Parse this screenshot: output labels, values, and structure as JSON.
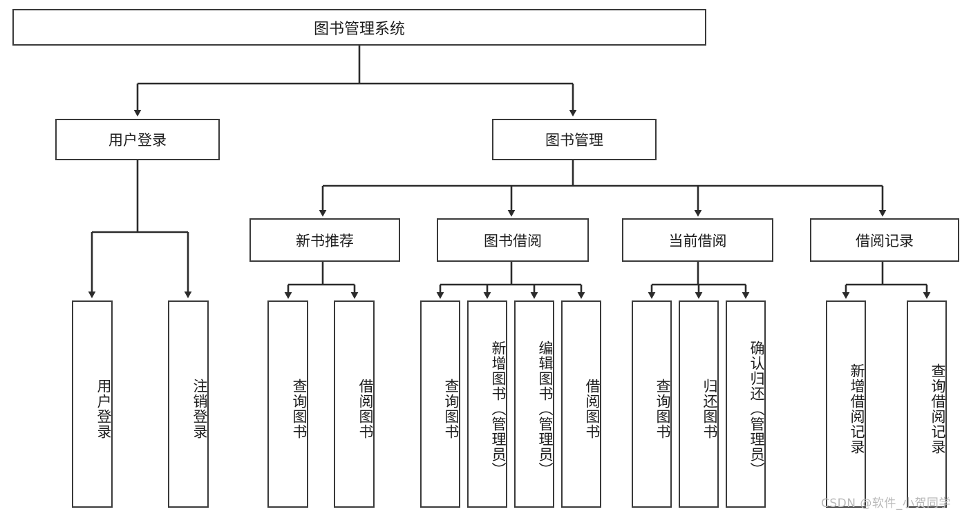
{
  "diagram": {
    "title": "图书管理系统",
    "type": "功能结构图",
    "root": {
      "label": "图书管理系统"
    },
    "level2": [
      {
        "label": "用户登录"
      },
      {
        "label": "图书管理"
      }
    ],
    "level3": [
      {
        "label": "新书推荐"
      },
      {
        "label": "图书借阅"
      },
      {
        "label": "当前借阅"
      },
      {
        "label": "借阅记录"
      }
    ],
    "leaves": {
      "user_login": [
        {
          "label": "用户登录"
        },
        {
          "label": "注销登录"
        }
      ],
      "new_book_recommend": [
        {
          "label": "查询图书"
        },
        {
          "label": "借阅图书"
        }
      ],
      "book_borrow": [
        {
          "label": "查询图书"
        },
        {
          "label": "新增图书（管理员）"
        },
        {
          "label": "编辑图书（管理员）"
        },
        {
          "label": "借阅图书"
        }
      ],
      "current_borrow": [
        {
          "label": "查询图书"
        },
        {
          "label": "归还图书"
        },
        {
          "label": "确认归还（管理员）"
        }
      ],
      "borrow_record": [
        {
          "label": "新增借阅记录"
        },
        {
          "label": "查询借阅记录"
        }
      ]
    }
  },
  "watermark": {
    "text": "CSDN @软件_小贺同学"
  },
  "colors": {
    "border": "#3a3a3a",
    "text": "#1d1d1d",
    "background": "#ffffff",
    "watermark": "#b9b9b9"
  }
}
